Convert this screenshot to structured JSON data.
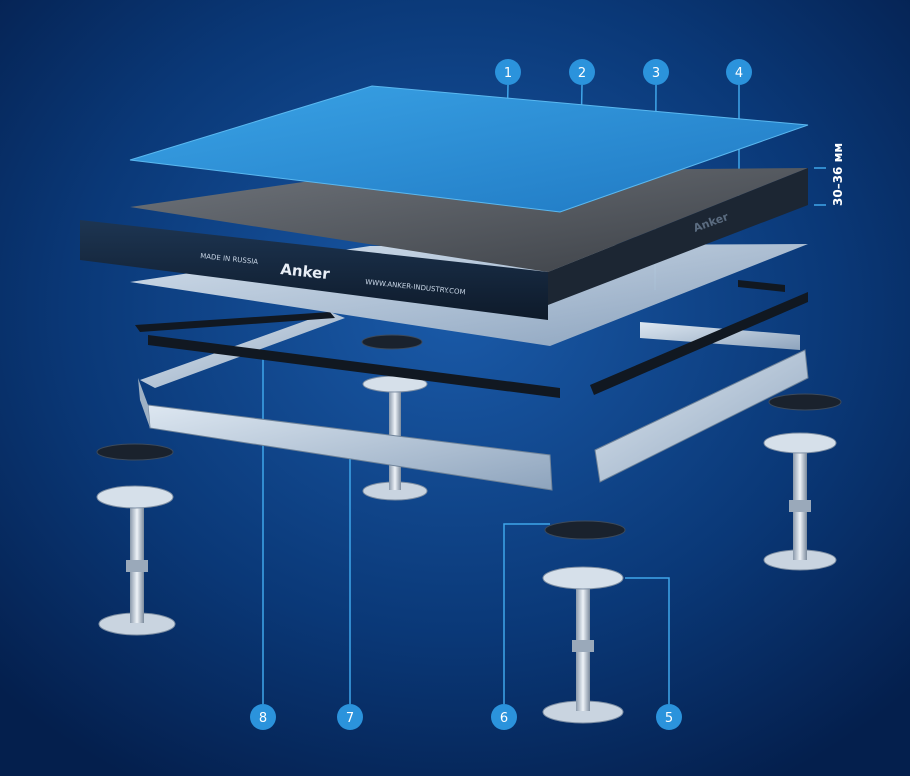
{
  "diagram": {
    "panel_edge": {
      "made_in": "MADE IN RUSSIA",
      "brand": "Anker",
      "website": "WWW.ANKER-INDUSTRY.COM"
    },
    "dimension_label": "30–36 мм",
    "markers": [
      {
        "label": "1"
      },
      {
        "label": "2"
      },
      {
        "label": "3"
      },
      {
        "label": "4"
      },
      {
        "label": "5"
      },
      {
        "label": "6"
      },
      {
        "label": "7"
      },
      {
        "label": "8"
      }
    ],
    "colors": {
      "background": "#052a63",
      "marker": "#2b93dc",
      "tile": "#2c91d6",
      "panel": "#2b2f36",
      "aluminium": "#b8c7d8"
    }
  }
}
